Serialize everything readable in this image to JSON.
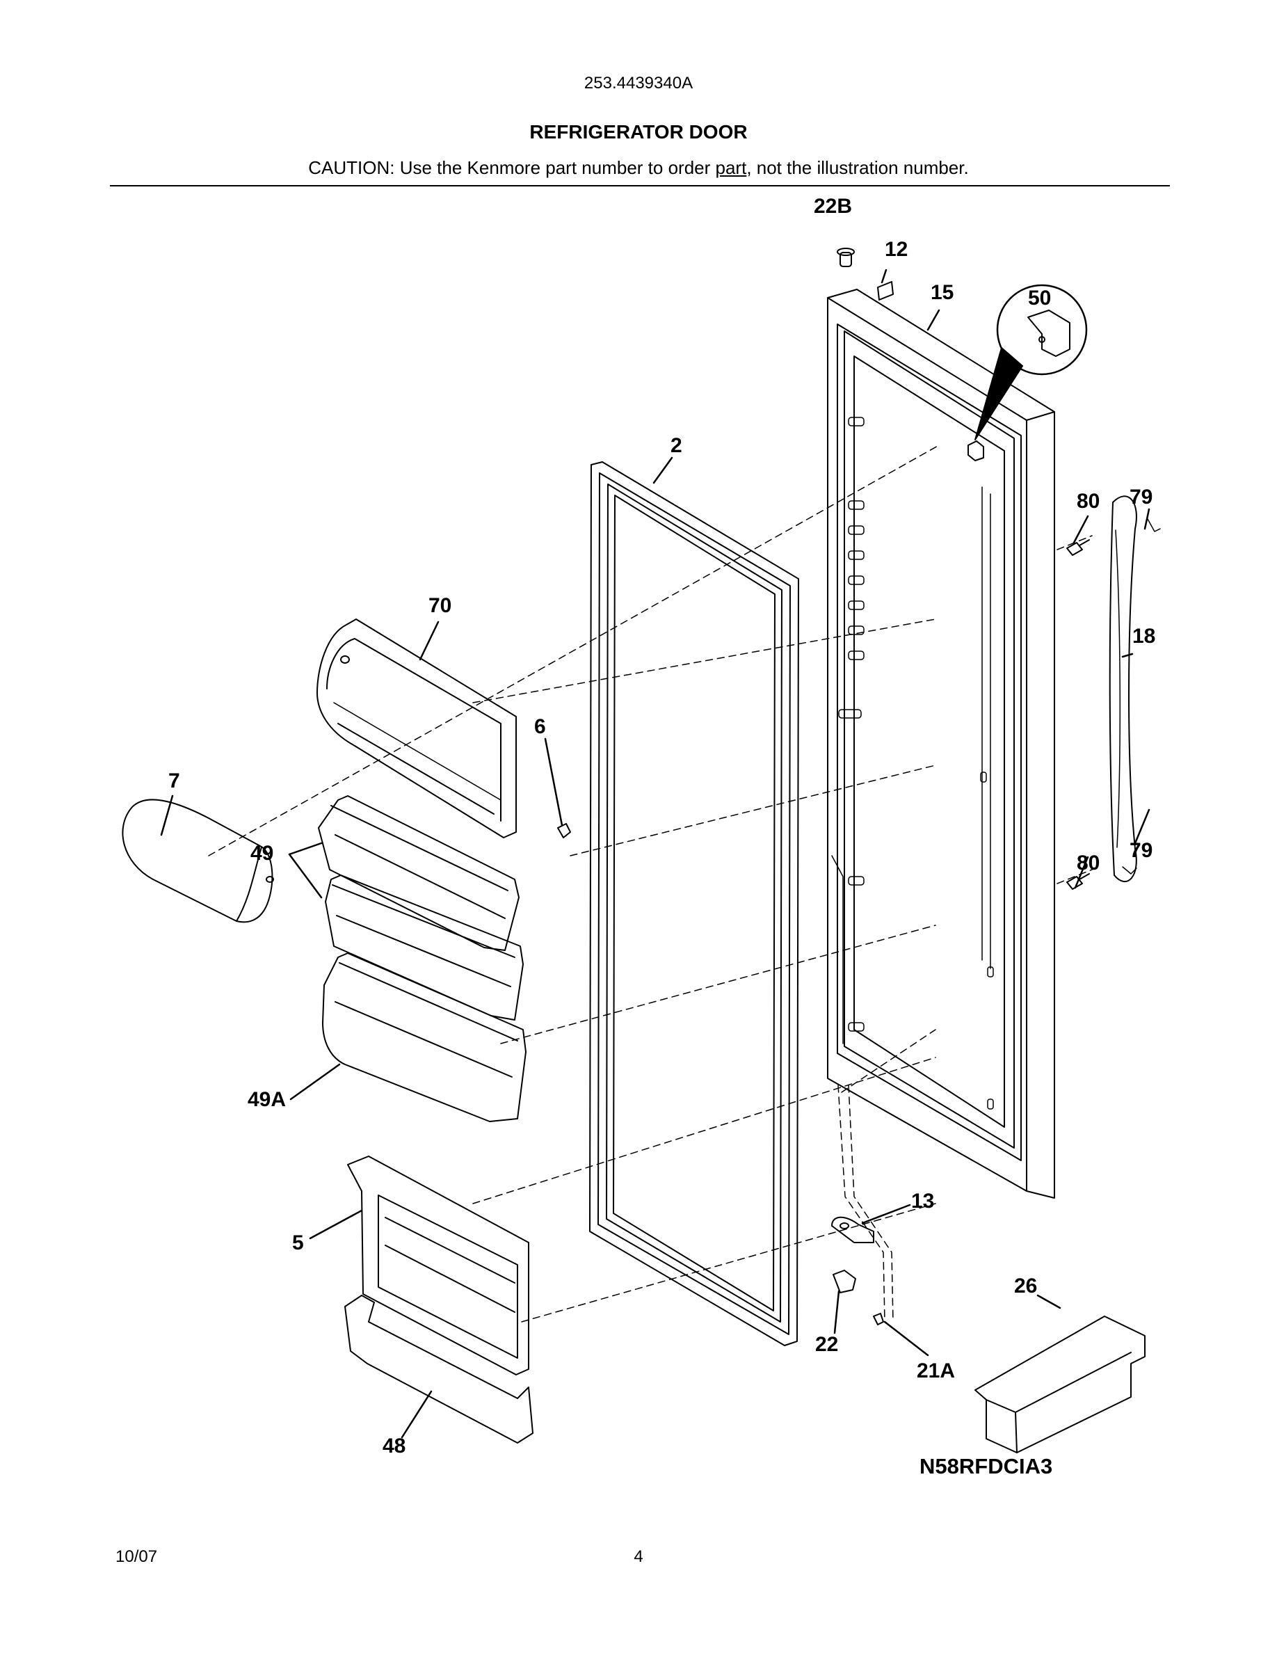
{
  "header": {
    "model_number": "253.4439340A",
    "title": "REFRIGERATOR DOOR",
    "caution_pre": "CAUTION: Use the Kenmore part number to order ",
    "caution_link": "part",
    "caution_post": ", not the illustration number."
  },
  "callouts": {
    "c22B": "22B",
    "c12": "12",
    "c15": "15",
    "c50": "50",
    "c2": "2",
    "c80a": "80",
    "c79a": "79",
    "c18": "18",
    "c70": "70",
    "c6": "6",
    "c7": "7",
    "c49": "49",
    "c80b": "80",
    "c79b": "79",
    "c49A": "49A",
    "c13": "13",
    "c5": "5",
    "c26": "26",
    "c22": "22",
    "c21A": "21A",
    "c48": "48"
  },
  "diagram_code": "N58RFDCIA3",
  "footer": {
    "date": "10/07",
    "page": "4"
  }
}
